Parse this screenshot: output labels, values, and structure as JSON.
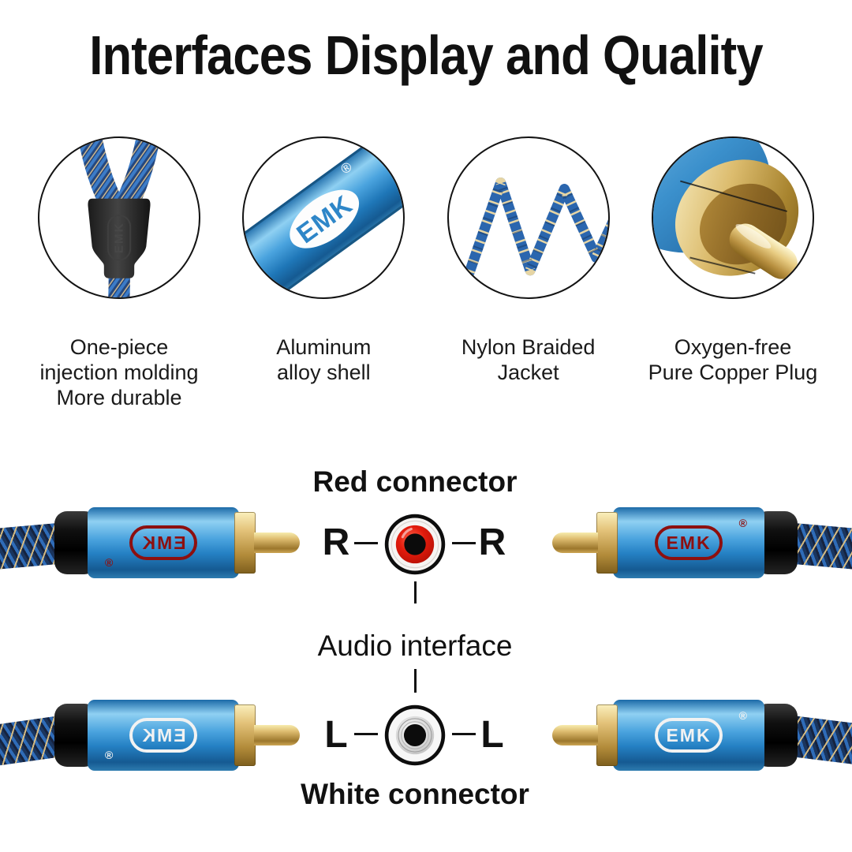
{
  "title": "Interfaces Display and Quality",
  "brand": {
    "logo_text": "EMK",
    "registered_mark": "®"
  },
  "features": [
    {
      "icon": "y-split-molding-photo",
      "label": "One-piece\ninjection molding\nMore durable"
    },
    {
      "icon": "aluminum-shell-photo",
      "label": "Aluminum\nalloy shell"
    },
    {
      "icon": "braided-wave-photo",
      "label": "Nylon Braided\nJacket"
    },
    {
      "icon": "gold-plug-tip-photo",
      "label": "Oxygen-free\nPure Copper Plug"
    }
  ],
  "diagram": {
    "red": {
      "title": "Red connector",
      "left_channel": "R",
      "right_channel": "R"
    },
    "white": {
      "title": "White connector",
      "left_channel": "L",
      "right_channel": "L"
    },
    "center_label": "Audio interface"
  },
  "colors": {
    "shell_blue": "#3e97d8",
    "logo_red": "#8d0f0f",
    "jack_red": "#e31b0c",
    "gold": "#d9b96a",
    "braid_navy": "#1d3866"
  }
}
